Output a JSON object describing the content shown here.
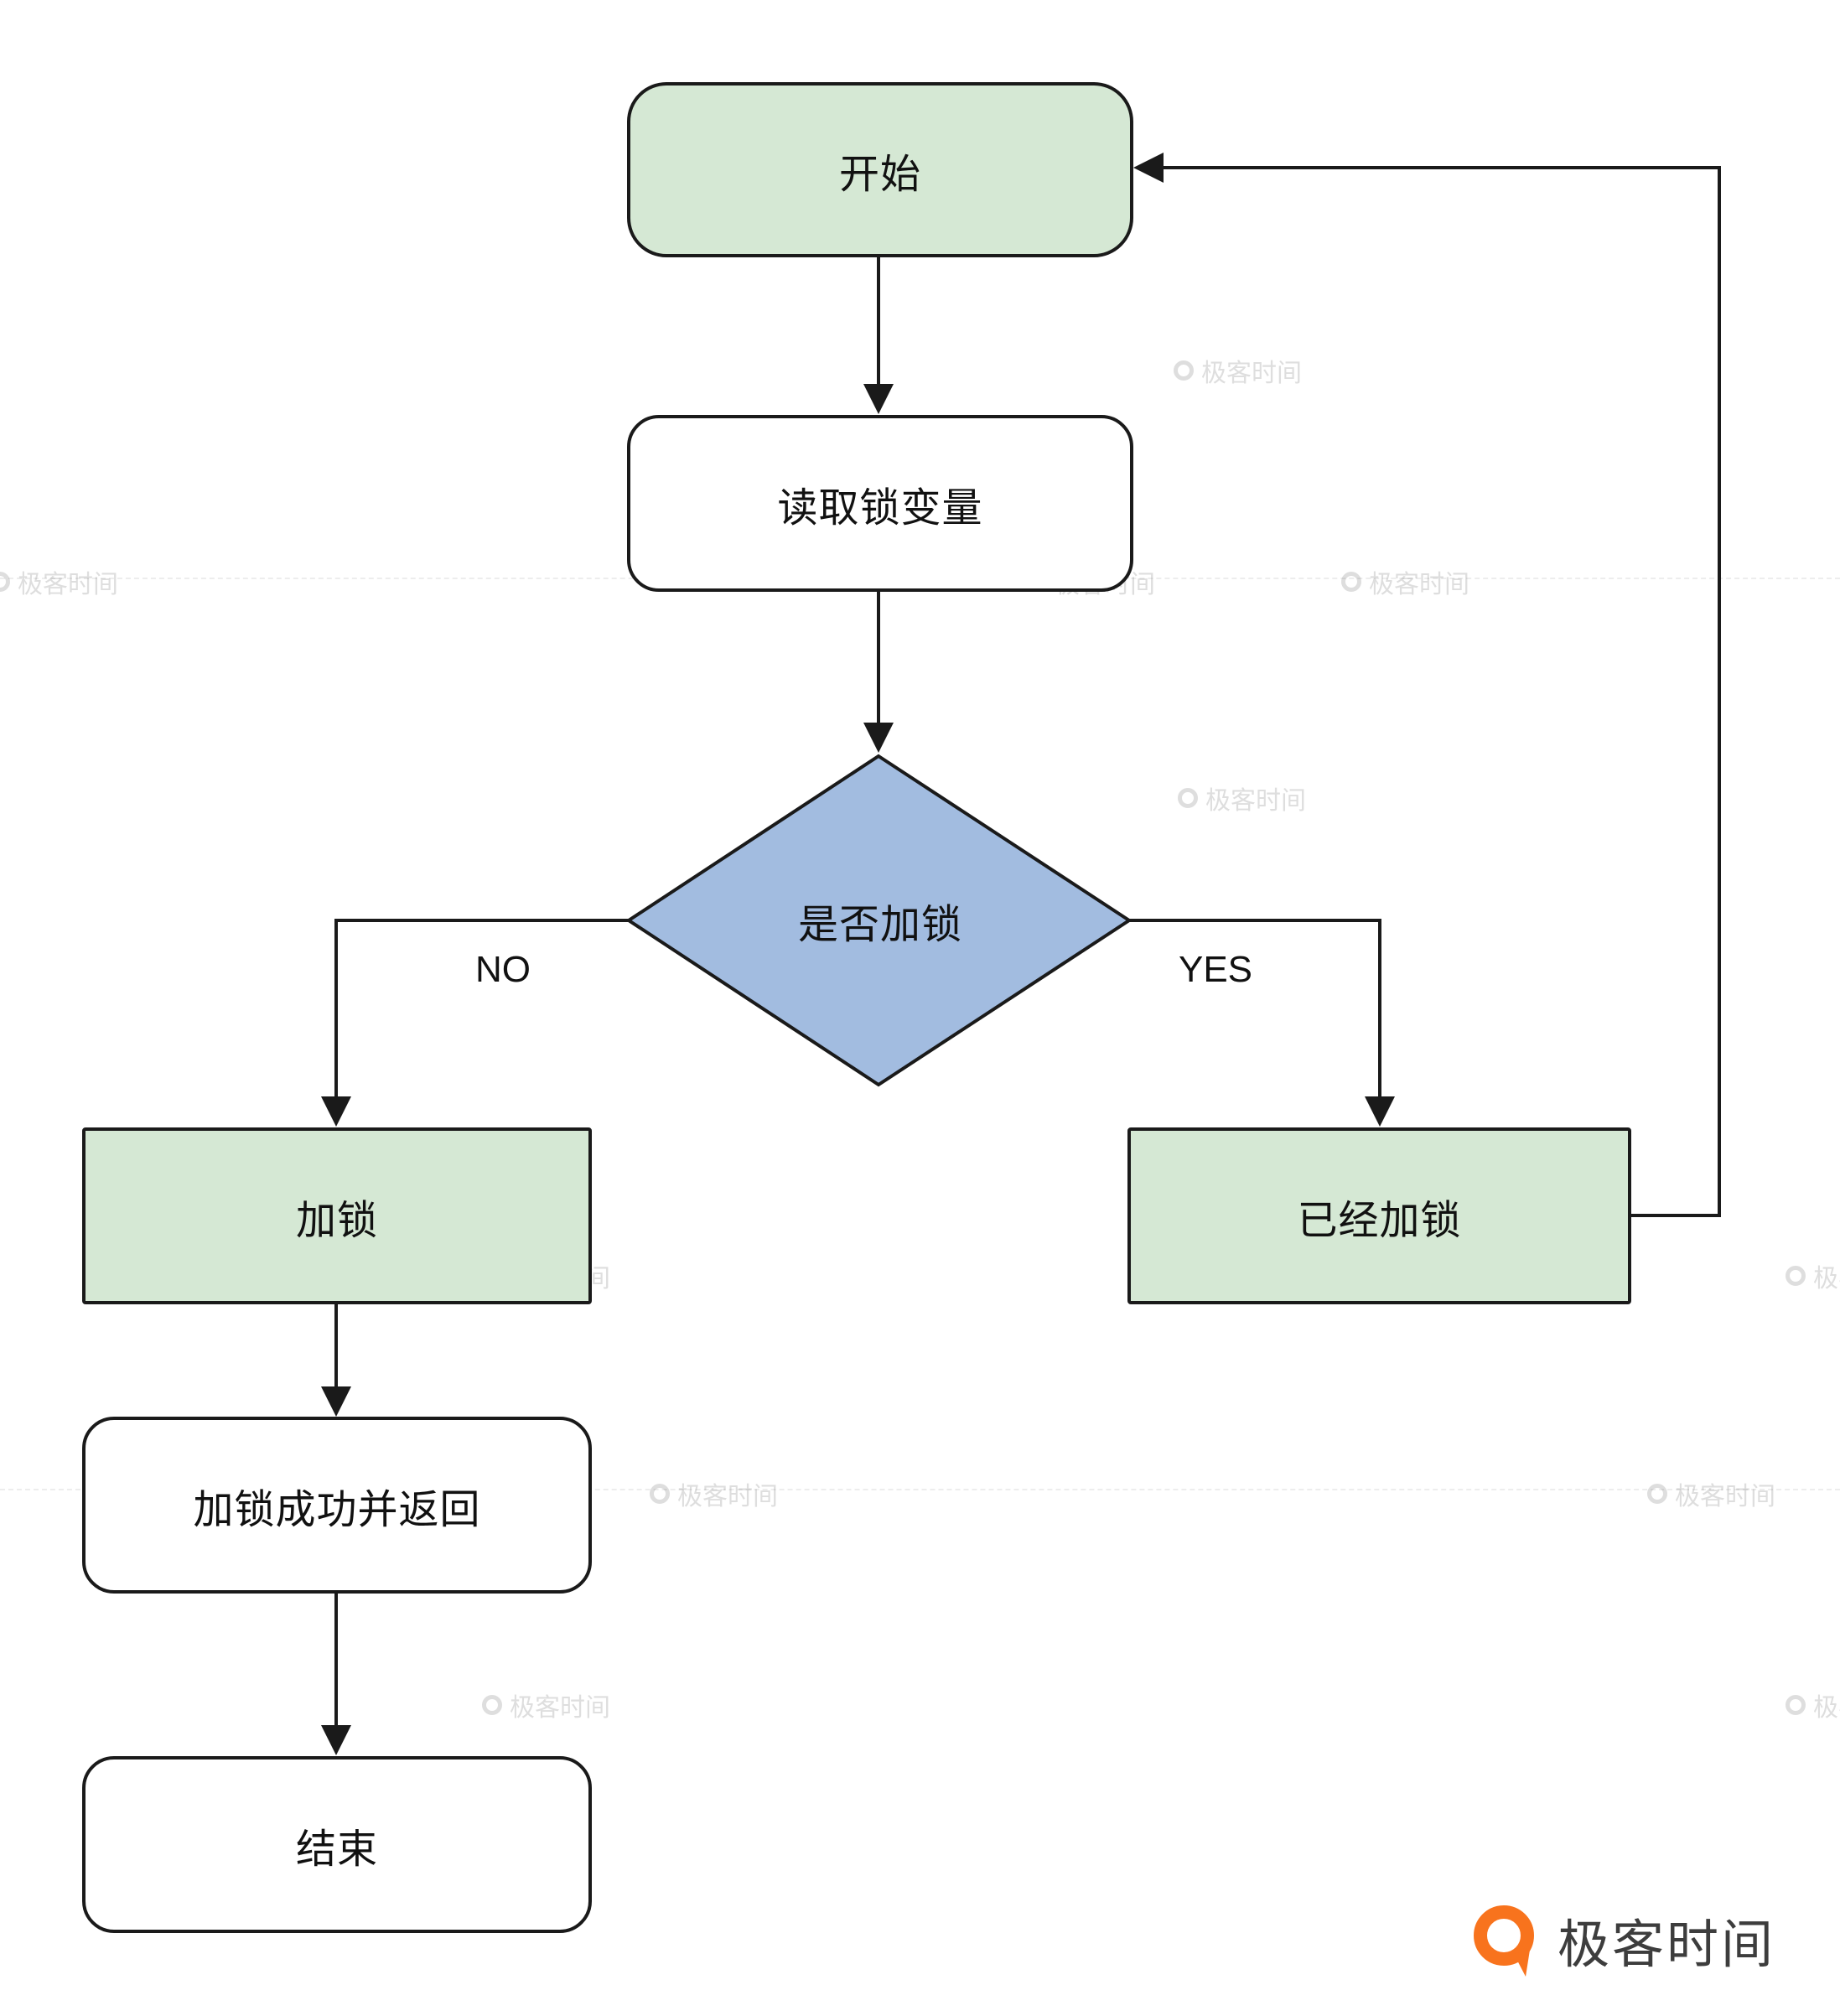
{
  "flowchart": {
    "nodes": {
      "start": {
        "label": "开始",
        "fill": "#d5e8d4"
      },
      "read_lock": {
        "label": "读取锁变量",
        "fill": "#ffffff"
      },
      "decision": {
        "label": "是否加锁",
        "fill": "#a2bce0"
      },
      "lock": {
        "label": "加锁",
        "fill": "#d5e8d4"
      },
      "already_locked": {
        "label": "已经加锁",
        "fill": "#d5e8d4"
      },
      "lock_success": {
        "label": "加锁成功并返回",
        "fill": "#ffffff"
      },
      "end": {
        "label": "结束",
        "fill": "#ffffff"
      }
    },
    "edge_labels": {
      "no": "NO",
      "yes": "YES"
    },
    "stroke_color": "#1a1a1a"
  },
  "watermark": {
    "text": "极客时间"
  },
  "brand": {
    "name": "极客时间",
    "color": "#f8731d"
  }
}
